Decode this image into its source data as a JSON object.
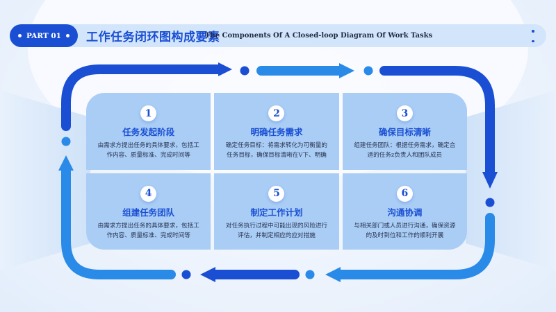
{
  "header": {
    "part_label": "PART 01",
    "title_cn": "工作任务闭环图构成要素",
    "title_en": "The Components Of A Closed-loop Diagram Of Work Tasks",
    "menu_icon": "vertical-dots-icon"
  },
  "colors": {
    "primary": "#1a4fd4",
    "secondary": "#2a8ae8",
    "cell_bg": "#a9cdf5",
    "header_bg": "#d3e5fa"
  },
  "steps": [
    {
      "number": "1",
      "title": "任务发起阶段",
      "desc": "由需求方提出任务的具体要求，包括工作内容、质量标准、完成时间等"
    },
    {
      "number": "2",
      "title": "明确任务需求",
      "desc": "确定任务目标：将需求转化为可衡量的任务目标，确保目标清晰在V下、明确"
    },
    {
      "number": "3",
      "title": "确保目标清晰",
      "desc": "组建任务团队：根据任务需求，确定合适的任务z负责人和团队成员"
    },
    {
      "number": "4",
      "title": "组建任务团队",
      "desc": "由需求方提出任务的具体要求，包括工作内容、质量标准、完成时间等"
    },
    {
      "number": "5",
      "title": "制定工作计划",
      "desc": "对任务执行过程中可能出现的风险进行评估，并制定相应的应对措施"
    },
    {
      "number": "6",
      "title": "沟通协调",
      "desc": "与相关部门或人员进行沟通，确保资源的及时到位和工作的顺利开展"
    }
  ],
  "loop": {
    "direction": "clockwise",
    "arrow_icon": "arrow-icon"
  }
}
